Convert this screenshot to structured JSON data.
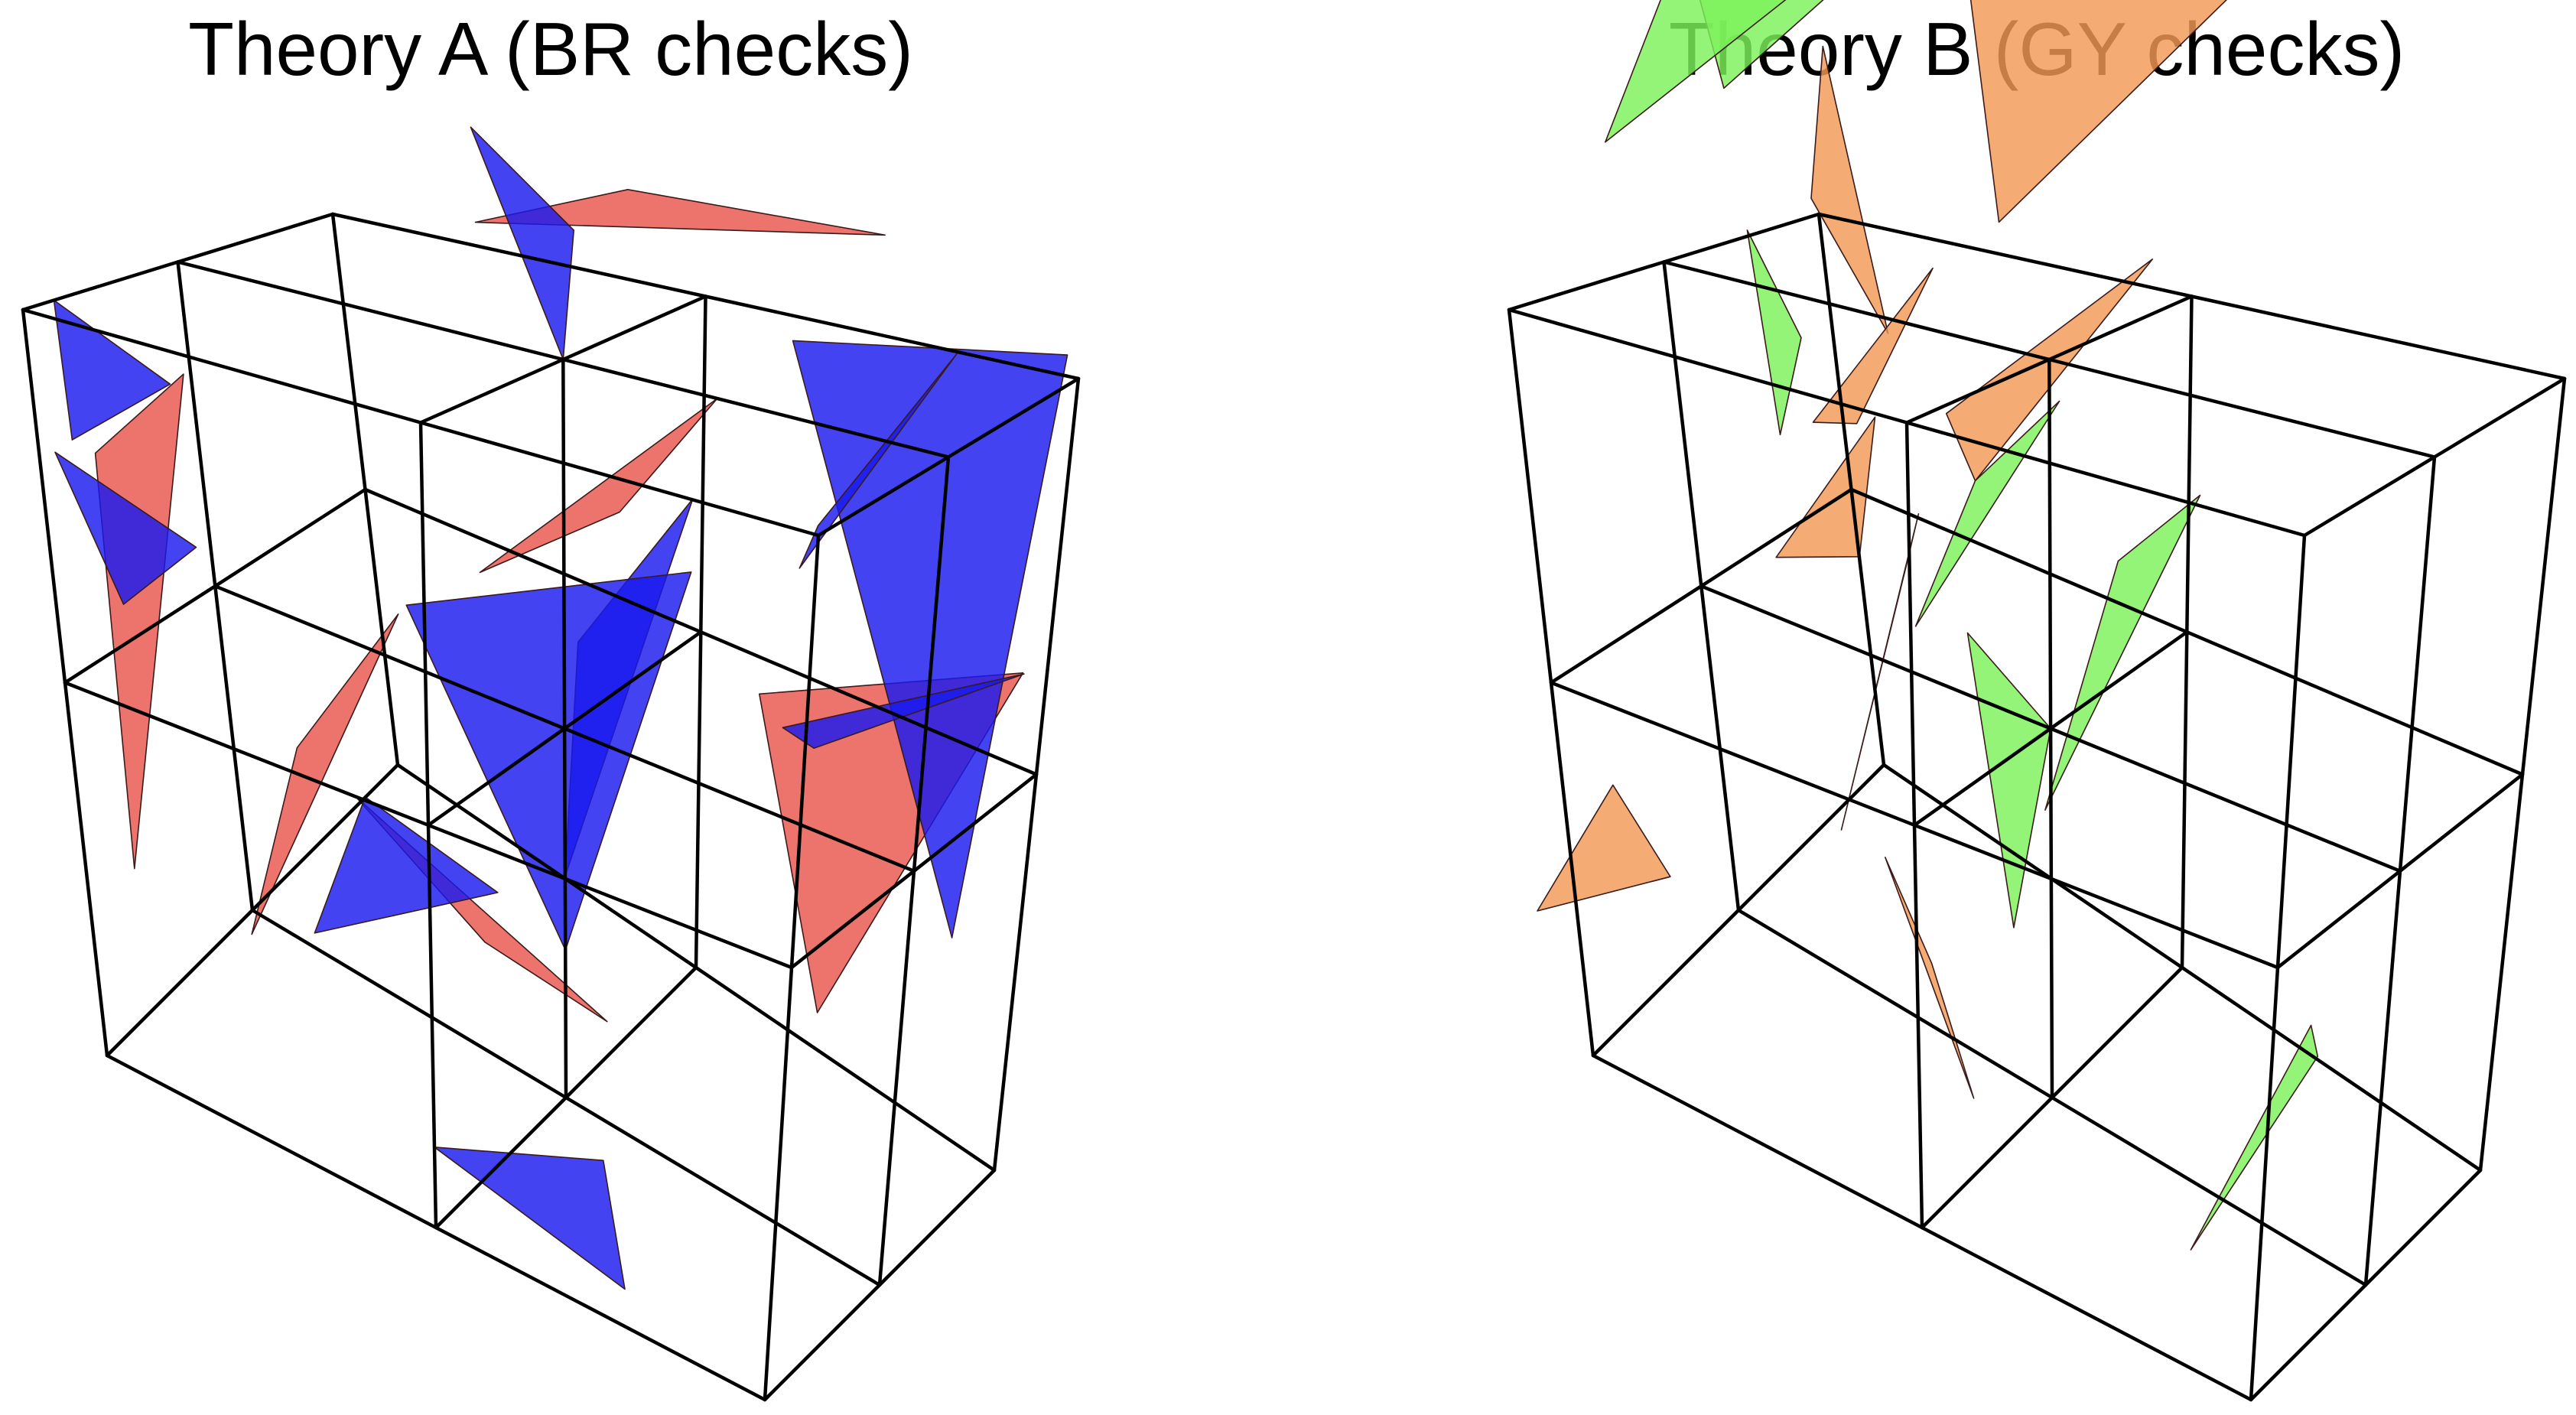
{
  "panels": [
    {
      "id": "a",
      "title": "Theory A (BR checks)",
      "colors": {
        "red": "#e8554d",
        "blue": "#1a1aee"
      },
      "lattice_frame": {
        "ox": 1060,
        "oy": 1000,
        "ux": -155,
        "uy": -60,
        "vx": 215,
        "vy": 60,
        "wx": 20,
        "wy": -235
      },
      "triangles": [
        {
          "c": "red",
          "p": [
            [
              0.3,
              2.0,
              0.4
            ],
            [
              0.35,
              2.0,
              1.55
            ],
            [
              0.0,
              1.6,
              1.95
            ]
          ]
        },
        {
          "c": "red",
          "p": [
            [
              1.15,
              0.0,
              3.5
            ],
            [
              1.8,
              0.0,
              3.35
            ],
            [
              1.6,
              0.0,
              3.9
            ]
          ]
        },
        {
          "c": "red",
          "p": [
            [
              1.2,
              1.3,
              3.6
            ],
            [
              1.6,
              1.5,
              3.6
            ],
            [
              0.95,
              1.0,
              3.3
            ]
          ]
        },
        {
          "c": "red",
          "p": [
            [
              0.4,
              1.0,
              2.45
            ],
            [
              1.45,
              1.0,
              2.4
            ],
            [
              1.0,
              0.2,
              2.5
            ]
          ]
        },
        {
          "c": "red",
          "p": [
            [
              0.4,
              1.0,
              1.55
            ],
            [
              1.4,
              1.0,
              1.5
            ],
            [
              1.0,
              0.6,
              2.0
            ]
          ]
        },
        {
          "c": "red",
          "p": [
            [
              0.0,
              0.5,
              0.7
            ],
            [
              0.4,
              1.0,
              0.6
            ],
            [
              0.0,
              1.2,
              1.0
            ]
          ]
        },
        {
          "c": "red",
          "p": [
            [
              0.6,
              1.8,
              0.2
            ],
            [
              1.0,
              1.8,
              0.6
            ],
            [
              1.3,
              1.6,
              1.0
            ]
          ]
        },
        {
          "c": "red",
          "p": [
            [
              2.0,
              0.6,
              0.1
            ],
            [
              2.2,
              0.9,
              0.8
            ],
            [
              2.1,
              0.1,
              1.2
            ]
          ]
        },
        {
          "c": "blue",
          "p": [
            [
              2.0,
              0.2,
              0.5
            ],
            [
              2.1,
              0.8,
              1.9
            ],
            [
              2.2,
              0.1,
              2.0
            ]
          ]
        },
        {
          "c": "blue",
          "p": [
            [
              1.0,
              1.0,
              0.6
            ],
            [
              1.6,
              1.2,
              1.0
            ],
            [
              1.4,
              0.8,
              1.6
            ]
          ]
        },
        {
          "c": "blue",
          "p": [
            [
              1.0,
              1.0,
              0.4
            ],
            [
              1.4,
              0.8,
              1.4
            ],
            [
              0.4,
              1.2,
              1.4
            ]
          ]
        },
        {
          "c": "blue",
          "p": [
            [
              0.6,
              1.6,
              0.3
            ],
            [
              1.0,
              1.6,
              0.55
            ],
            [
              0.5,
              1.0,
              0.7
            ]
          ]
        },
        {
          "c": "blue",
          "p": [
            [
              0.2,
              0.5,
              0.0
            ],
            [
              0.0,
              1.0,
              0.2
            ],
            [
              0.8,
              0.8,
              0.0
            ]
          ]
        },
        {
          "c": "blue",
          "p": [
            [
              1.0,
              0.3,
              1.2
            ],
            [
              1.8,
              0.0,
              1.3
            ],
            [
              1.6,
              0.6,
              1.0
            ]
          ]
        },
        {
          "c": "blue",
          "p": [
            [
              1.0,
              0.0,
              2.25
            ],
            [
              1.1,
              0.4,
              1.6
            ],
            [
              1.8,
              0.6,
              1.5
            ]
          ]
        },
        {
          "c": "blue",
          "p": [
            [
              1.0,
              1.0,
              2.0
            ],
            [
              1.2,
              1.3,
              2.55
            ],
            [
              0.8,
              0.9,
              2.4
            ]
          ]
        },
        {
          "c": "blue",
          "p": [
            [
              0.2,
              1.9,
              1.2
            ],
            [
              0.0,
              1.6,
              1.5
            ],
            [
              0.1,
              2.0,
              1.6
            ]
          ]
        },
        {
          "c": "blue",
          "p": [
            [
              0.1,
              1.95,
              1.65
            ],
            [
              0.2,
              2.0,
              2.0
            ],
            [
              0.4,
              1.8,
              1.8
            ]
          ]
        }
      ]
    },
    {
      "id": "b",
      "title": "Theory B (GY checks)",
      "colors": {
        "orange": "#f29a55",
        "green": "#7cf25a"
      },
      "lattice_frame": {
        "ox": 1960,
        "oy": 1000,
        "ux": -155,
        "uy": -60,
        "vx": 215,
        "vy": 60,
        "wx": 20,
        "wy": -235
      },
      "triangles": [
        {
          "c": "orange",
          "p": [
            [
              1.8,
              0.4,
              4.0
            ],
            [
              0.7,
              0.8,
              3.95
            ],
            [
              1.3,
              1.0,
              3.35
            ]
          ]
        },
        {
          "c": "orange",
          "p": [
            [
              1.4,
              0.2,
              3.6
            ],
            [
              0.4,
              1.0,
              3.3
            ],
            [
              1.2,
              1.2,
              2.3
            ]
          ]
        },
        {
          "c": "orange",
          "p": [
            [
              0.0,
              0.4,
              2.55
            ],
            [
              0.2,
              0.9,
              1.85
            ],
            [
              0.0,
              0.9,
              2.05
            ]
          ]
        },
        {
          "c": "orange",
          "p": [
            [
              1.0,
              1.6,
              2.3
            ],
            [
              1.4,
              1.7,
              2.7
            ],
            [
              1.2,
              1.5,
              1.9
            ]
          ]
        },
        {
          "c": "orange",
          "p": [
            [
              1.2,
              1.6,
              1.6
            ],
            [
              2.0,
              1.7,
              1.9
            ],
            [
              1.6,
              1.9,
              1.4
            ]
          ]
        },
        {
          "c": "orange",
          "p": [
            [
              1.6,
              1.8,
              1.0
            ],
            [
              2.2,
              2.0,
              1.2
            ],
            [
              2.2,
              2.4,
              0.4
            ]
          ]
        },
        {
          "c": "orange",
          "p": [
            [
              0.2,
              1.8,
              0.5
            ],
            [
              0.7,
              2.2,
              0.4
            ],
            [
              0.5,
              2.4,
              0.0
            ]
          ]
        },
        {
          "c": "orange",
          "p": [
            [
              0.6,
              1.2,
              0.4
            ],
            [
              1.2,
              1.6,
              0.3
            ],
            [
              1.1,
              1.3,
              -0.2
            ]
          ]
        },
        {
          "c": "green",
          "p": [
            [
              1.6,
              1.2,
              3.5
            ],
            [
              1.8,
              2.2,
              3.3
            ],
            [
              1.5,
              2.0,
              2.5
            ]
          ]
        },
        {
          "c": "green",
          "p": [
            [
              1.3,
              1.6,
              3.0
            ],
            [
              1.8,
              2.2,
              2.9
            ],
            [
              1.2,
              2.2,
              2.3
            ]
          ]
        },
        {
          "c": "green",
          "p": [
            [
              0.2,
              0.9,
              1.85
            ],
            [
              0.8,
              0.9,
              1.95
            ],
            [
              0.3,
              1.1,
              1.4
            ]
          ]
        },
        {
          "c": "green",
          "p": [
            [
              0.4,
              0.6,
              1.7
            ],
            [
              1.0,
              0.6,
              1.75
            ],
            [
              0.7,
              0.9,
              0.9
            ]
          ]
        },
        {
          "c": "green",
          "p": [
            [
              0.6,
              1.2,
              1.6
            ],
            [
              1.0,
              1.4,
              1.3
            ],
            [
              0.7,
              1.5,
              0.6
            ]
          ]
        },
        {
          "c": "green",
          "p": [
            [
              1.0,
              1.0,
              1.0
            ],
            [
              1.4,
              1.4,
              1.0
            ],
            [
              1.2,
              1.2,
              0.3
            ]
          ]
        },
        {
          "c": "green",
          "p": [
            [
              1.8,
              2.0,
              1.6
            ],
            [
              2.2,
              2.3,
              1.8
            ],
            [
              2.0,
              2.2,
              1.1
            ]
          ]
        },
        {
          "c": "green",
          "p": [
            [
              0.0,
              -0.1,
              0.9
            ],
            [
              0.4,
              0.0,
              0.7
            ],
            [
              0.3,
              0.3,
              0.15
            ]
          ]
        }
      ]
    }
  ]
}
